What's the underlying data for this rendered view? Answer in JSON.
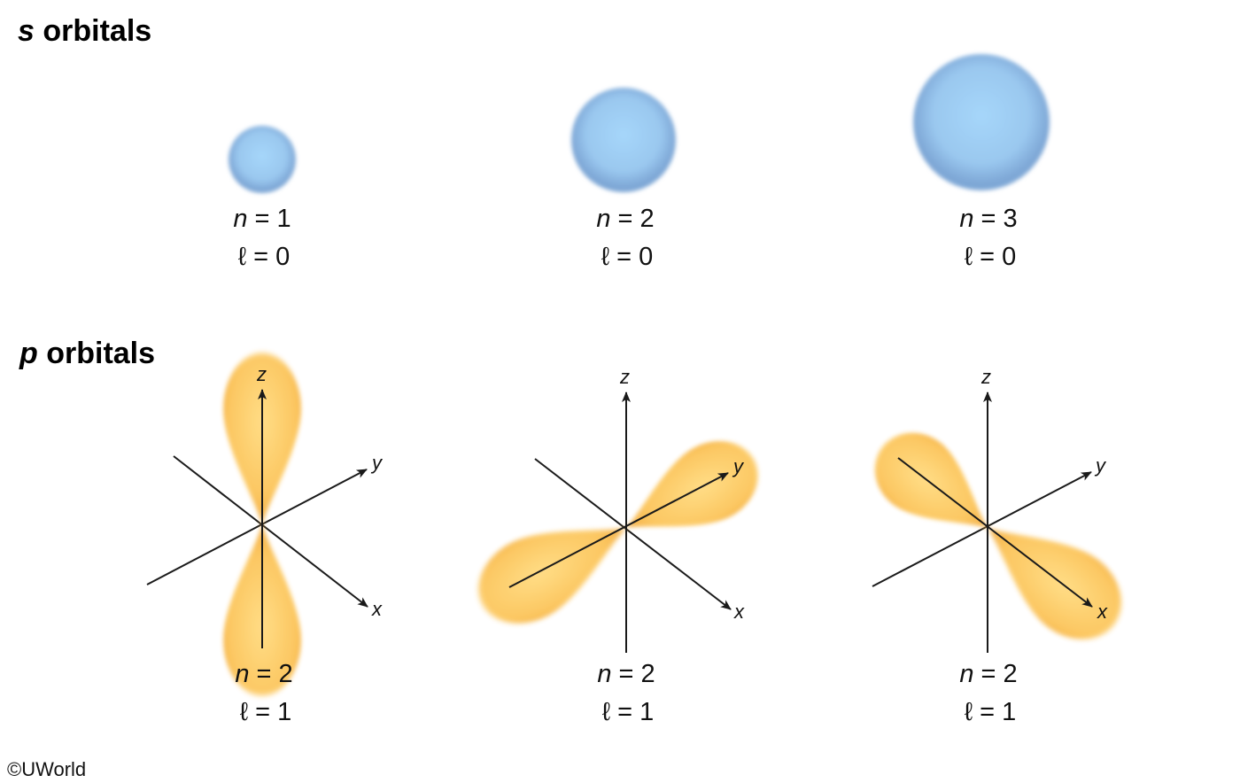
{
  "sections": {
    "s": {
      "title_letter": "s",
      "title_rest": " orbitals"
    },
    "p": {
      "title_letter": "p",
      "title_rest": " orbitals"
    }
  },
  "s_orbitals": [
    {
      "n_var": "n",
      "n_text": " = 1",
      "l_var": "ℓ",
      "l_text": " = 0"
    },
    {
      "n_var": "n",
      "n_text": " = 2",
      "l_var": "ℓ",
      "l_text": " = 0"
    },
    {
      "n_var": "n",
      "n_text": " = 3",
      "l_var": "ℓ",
      "l_text": " = 0"
    }
  ],
  "p_orbitals": [
    {
      "n_var": "n",
      "n_text": " = 2",
      "l_var": "ℓ",
      "l_text": " = 1"
    },
    {
      "n_var": "n",
      "n_text": " = 2",
      "l_var": "ℓ",
      "l_text": " = 1"
    },
    {
      "n_var": "n",
      "n_text": " = 2",
      "l_var": "ℓ",
      "l_text": " = 1"
    }
  ],
  "axes": {
    "x": "x",
    "y": "y",
    "z": "z"
  },
  "copyright": "©UWorld",
  "colors": {
    "s_orbital": "#9fcdf2",
    "p_orbital": "#fcc85a",
    "axis": "#1a1a1a"
  }
}
